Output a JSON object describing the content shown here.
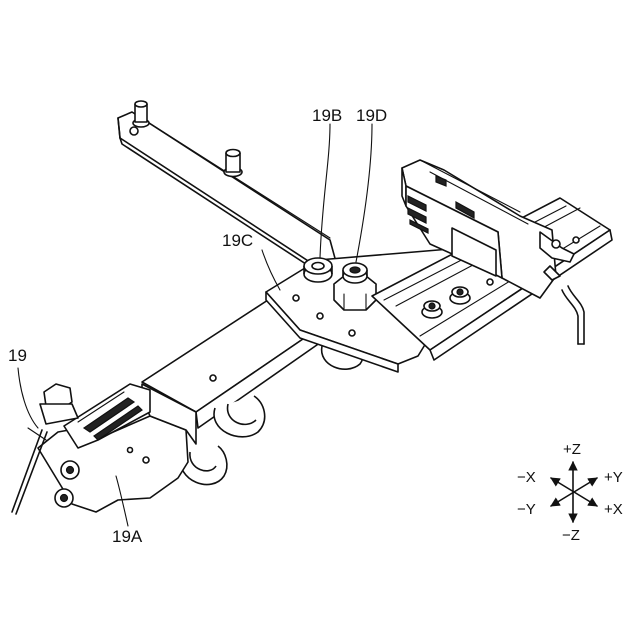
{
  "labels": {
    "p19B": "19B",
    "p19D": "19D",
    "p19C": "19C",
    "p19": "19",
    "p19A": "19A"
  },
  "axes": {
    "pz": "+Z",
    "mz": "−Z",
    "py": "+Y",
    "my": "−Y",
    "px": "+X",
    "mx": "−X"
  }
}
